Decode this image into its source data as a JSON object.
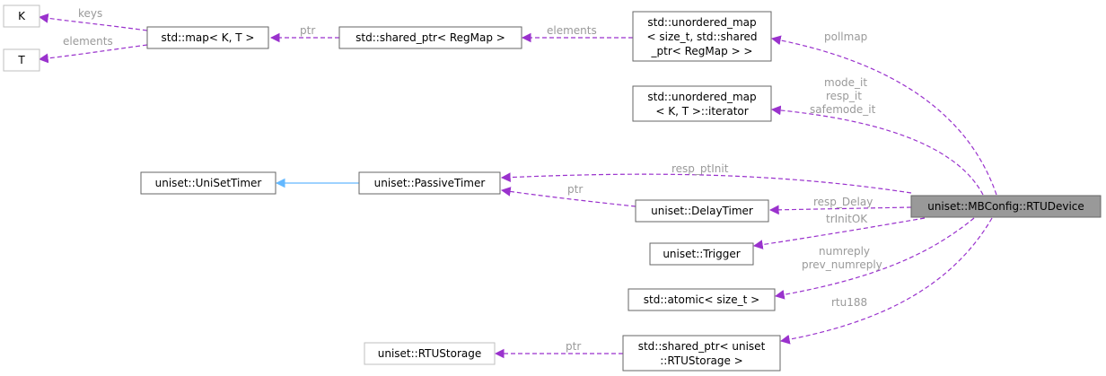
{
  "nodes": {
    "K": "K",
    "T": "T",
    "std_map": "std::map< K, T >",
    "shared_regmap": "std::shared_ptr< RegMap >",
    "unordered_map_1": "std::unordered_map",
    "unordered_map_2": "< size_t, std::shared",
    "unordered_map_3": "_ptr< RegMap > >",
    "iterator_1": "std::unordered_map",
    "iterator_2": "< K, T >::iterator",
    "unisettimer": "uniset::UniSetTimer",
    "passivetimer": "uniset::PassiveTimer",
    "delaytimer": "uniset::DelayTimer",
    "trigger": "uniset::Trigger",
    "atomic": "std::atomic< size_t >",
    "rtustorage": "uniset::RTUStorage",
    "shared_rtu_1": "std::shared_ptr< uniset",
    "shared_rtu_2": "::RTUStorage >",
    "main": "uniset::MBConfig::RTUDevice"
  },
  "edges": {
    "keys": "keys",
    "elements_t": "elements",
    "ptr_regmap": "ptr",
    "elements_regmap": "elements",
    "pollmap": "pollmap",
    "mode_it": "mode_it",
    "resp_it": "resp_it",
    "safemode_it": "safemode_it",
    "resp_ptinit": "resp_ptInit",
    "ptr_passive": "ptr",
    "resp_delay": "resp_Delay",
    "trinitok": "trInitOK",
    "numreply": "numreply",
    "prev_numreply": "prev_numreply",
    "rtu188": "rtu188",
    "ptr_rtu": "ptr"
  },
  "colors": {
    "member_edge": "#9a32cd",
    "inheritance_edge": "#63b8ff",
    "main_node_fill": "#999999",
    "label_text": "#9a9a9a"
  }
}
